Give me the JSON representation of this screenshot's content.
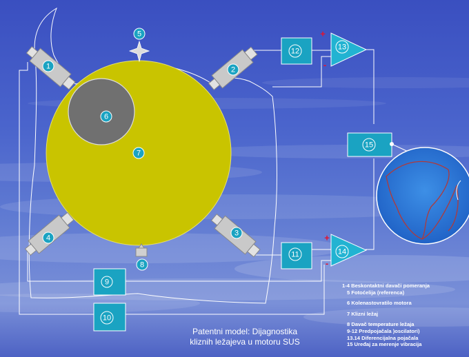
{
  "labels": {
    "n1": "1",
    "n2": "2",
    "n3": "3",
    "n4": "4",
    "n5": "5",
    "n6": "6",
    "n7": "7",
    "n8": "8",
    "n9": "9",
    "n10": "10",
    "n11": "11",
    "n12": "12",
    "n13": "13",
    "n14": "14",
    "n15": "15"
  },
  "signs": {
    "plus": "+",
    "minus": "-"
  },
  "legend": [
    "1-4 Beskontaktni davači pomeranja",
    "5 Fotoćelija (referenca)",
    "6 Kolenastovratilo motora",
    "7 Klizni ležaj",
    "8 Davač temperature ležaja",
    "9-12 Predpojačala )oscilatori)",
    "13.14 Diferencijalna pojačala",
    "15 Uređaj za merenje vibracija"
  ],
  "caption": {
    "line1": "Patentni model: Dijagnostika",
    "line2": "kliznih ležajeva u motoru SUS"
  },
  "colors": {
    "bearing": "#c9c400",
    "shaft": "#707070",
    "box": "#1aa3c2",
    "amp": "#22b3d2",
    "sign": "#e8102a",
    "trace": "#b03a3a"
  }
}
